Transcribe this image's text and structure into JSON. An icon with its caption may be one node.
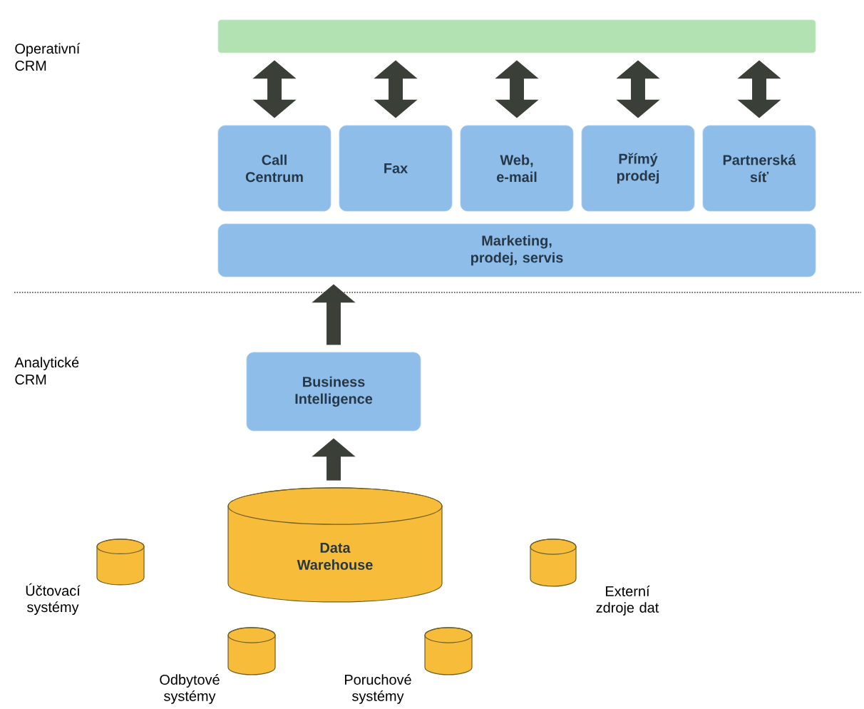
{
  "diagram": {
    "nodes": [
      {
        "text": [],
        "shape": "bar"
      },
      {
        "text": [
          "Call Centrum"
        ]
      },
      {
        "text": [
          "Fax"
        ]
      },
      {
        "text": [
          "Web, e-mail"
        ]
      },
      {
        "text": [
          "Přímý prodej"
        ]
      },
      {
        "text": [
          "Partnerská síť"
        ]
      },
      {
        "text": [
          "Marketing, prodej, servis"
        ]
      },
      {
        "text": [
          "Business Intelligence"
        ]
      },
      {
        "text": [
          "Data Warehouse"
        ]
      },
      {
        "text": [],
        "shape": "cylinder",
        "beside": [
          "Účtovací systémy"
        ]
      },
      {
        "text": [],
        "shape": "cylinder",
        "beside": [
          "Externí zdroje dat"
        ]
      },
      {
        "text": [],
        "shape": "cylinder",
        "beside": [
          "Odbytové systémy"
        ]
      },
      {
        "text": [],
        "shape": "cylinder",
        "beside": [
          "Poruchové systémy"
        ]
      }
    ],
    "edges": [
      {
        "from": 0,
        "to": 1,
        "arrow": "both"
      },
      {
        "from": 0,
        "to": 2,
        "arrow": "both"
      },
      {
        "from": 0,
        "to": 3,
        "arrow": "both"
      },
      {
        "from": 0,
        "to": 4,
        "arrow": "both"
      },
      {
        "from": 0,
        "to": 5,
        "arrow": "both"
      },
      {
        "from": 7,
        "to": 6,
        "arrow": "to"
      },
      {
        "from": 8,
        "to": 7,
        "arrow": "to"
      }
    ],
    "labels": [
      "Operativní CRM",
      "Analytické CRM"
    ]
  }
}
